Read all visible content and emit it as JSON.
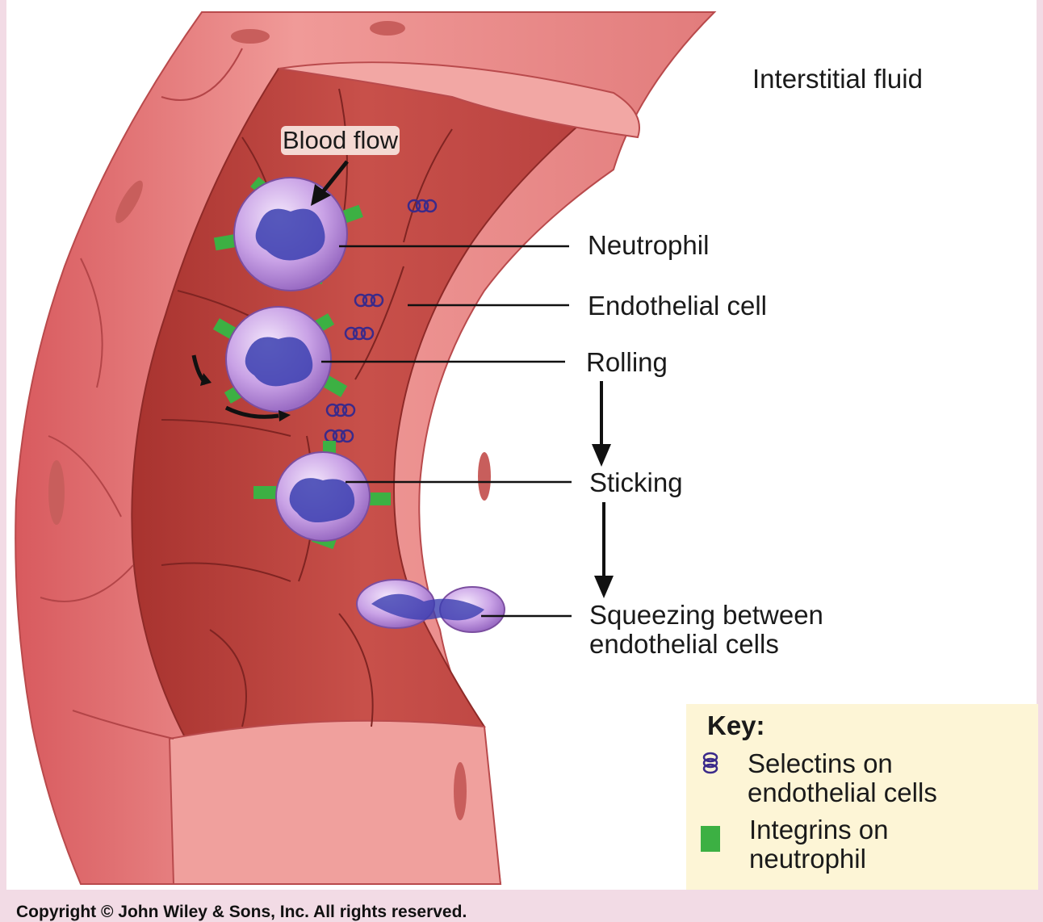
{
  "labels": {
    "interstitial": "Interstitial fluid",
    "blood_flow": "Blood flow",
    "neutrophil": "Neutrophil",
    "endothelial": "Endothelial cell",
    "rolling": "Rolling",
    "sticking": "Sticking",
    "squeezing_line1": "Squeezing between",
    "squeezing_line2": "endothelial cells"
  },
  "key": {
    "title": "Key:",
    "selectins_line1": "Selectins on",
    "selectins_line2": "endothelial cells",
    "integrins_line1": "Integrins on",
    "integrins_line2": "neutrophil"
  },
  "copyright": "Copyright © John Wiley & Sons, Inc. All rights reserved.",
  "colors": {
    "vessel_outer": "#e8767a",
    "vessel_inner": "#b8413f",
    "integrin_green": "#3cb043",
    "neutrophil_purple": "#b98ad8",
    "nucleus_blue": "#3b3fb0",
    "key_background": "#fdf5d6"
  }
}
